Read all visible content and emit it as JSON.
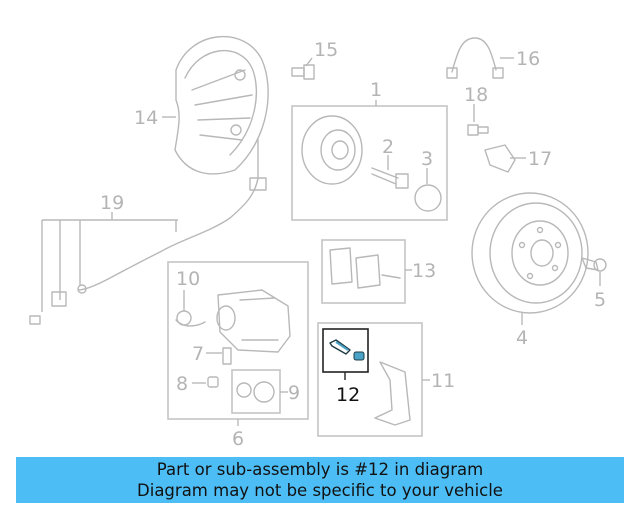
{
  "callouts": {
    "c1": "1",
    "c2": "2",
    "c3": "3",
    "c4": "4",
    "c5": "5",
    "c6": "6",
    "c7": "7",
    "c8": "8",
    "c9": "9",
    "c10": "10",
    "c11": "11",
    "c12": "12",
    "c13": "13",
    "c14": "14",
    "c15": "15",
    "c16": "16",
    "c17": "17",
    "c18": "18",
    "c19": "19"
  },
  "highlighted_part": "12",
  "banner": {
    "line1": "Part or sub-assembly is #12 in diagram",
    "line2": "Diagram may not be specific to your vehicle",
    "bg_color": "#4dbdf5"
  },
  "colors": {
    "linework": "#b8b8b8",
    "highlight": "#1f3b44"
  }
}
